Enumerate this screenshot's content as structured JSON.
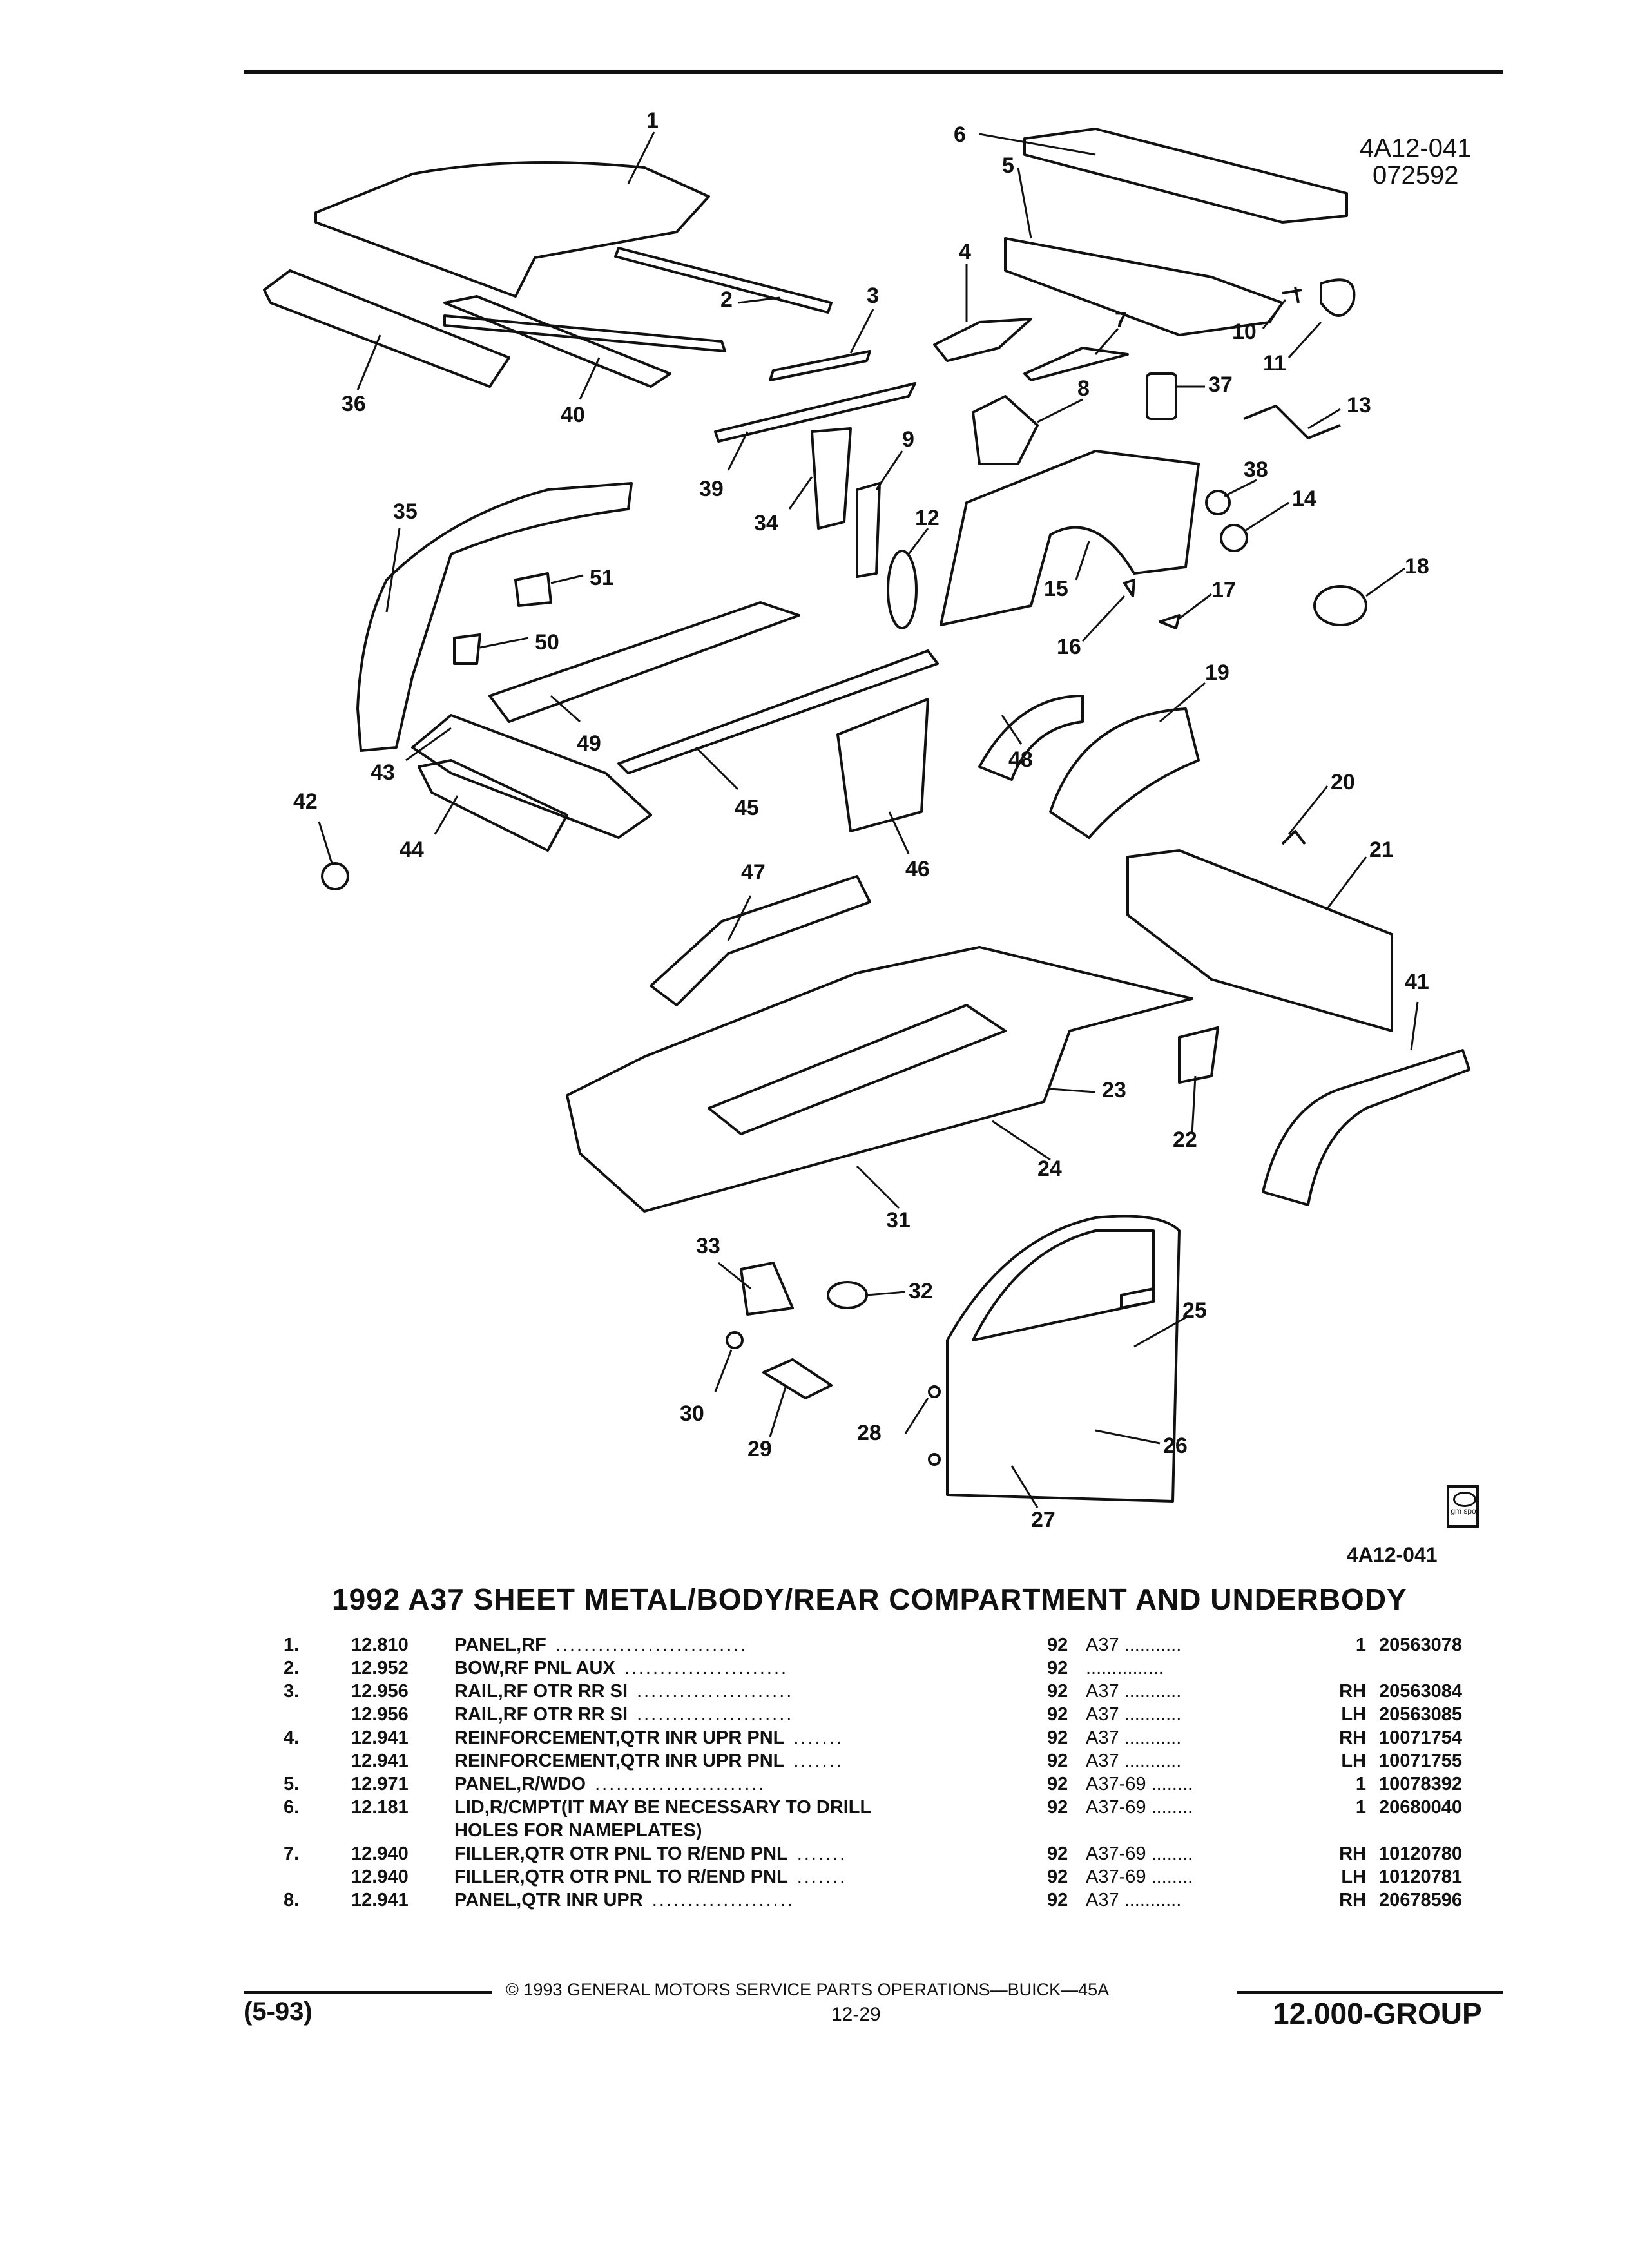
{
  "header": {
    "illustration_code": "4A12-041",
    "illustration_date": "072592",
    "illustration_ref": "4A12-041"
  },
  "callouts": [
    "1",
    "2",
    "3",
    "4",
    "5",
    "6",
    "7",
    "8",
    "9",
    "10",
    "11",
    "12",
    "13",
    "14",
    "15",
    "16",
    "17",
    "18",
    "19",
    "20",
    "21",
    "22",
    "23",
    "24",
    "25",
    "26",
    "27",
    "28",
    "29",
    "30",
    "31",
    "32",
    "33",
    "34",
    "35",
    "36",
    "37",
    "38",
    "39",
    "40",
    "41",
    "42",
    "43",
    "44",
    "45",
    "46",
    "47",
    "48",
    "49",
    "50",
    "51"
  ],
  "title": "1992 A37 SHEET METAL/BODY/REAR COMPARTMENT AND UNDERBODY",
  "parts": [
    {
      "idx": "1.",
      "grp": "12.810",
      "name": "PANEL",
      "desc": ",RF",
      "dots": "...........................",
      "yr": "92",
      "model": "A37 ...........",
      "qty": "1",
      "pn": "20563078"
    },
    {
      "idx": "2.",
      "grp": "12.952",
      "name": "BOW",
      "desc": ",RF PNL AUX",
      "dots": ".......................",
      "yr": "92",
      "model": "...............",
      "qty": "",
      "pn": ""
    },
    {
      "idx": "3.",
      "grp": "12.956",
      "name": "RAIL",
      "desc": ",RF OTR RR SI",
      "dots": "......................",
      "yr": "92",
      "model": "A37 ...........",
      "qty": "RH",
      "pn": "20563084"
    },
    {
      "idx": "",
      "grp": "12.956",
      "name": "RAIL",
      "desc": ",RF OTR RR SI",
      "dots": "......................",
      "yr": "92",
      "model": "A37 ...........",
      "qty": "LH",
      "pn": "20563085"
    },
    {
      "idx": "4.",
      "grp": "12.941",
      "name": "REINFORCEMENT",
      "desc": ",QTR INR UPR PNL",
      "dots": ".......",
      "yr": "92",
      "model": "A37 ...........",
      "qty": "RH",
      "pn": "10071754"
    },
    {
      "idx": "",
      "grp": "12.941",
      "name": "REINFORCEMENT",
      "desc": ",QTR INR UPR PNL",
      "dots": ".......",
      "yr": "92",
      "model": "A37 ...........",
      "qty": "LH",
      "pn": "10071755"
    },
    {
      "idx": "5.",
      "grp": "12.971",
      "name": "PANEL",
      "desc": ",R/WDO",
      "dots": "........................",
      "yr": "92",
      "model": "A37-69 ........",
      "qty": "1",
      "pn": "10078392"
    },
    {
      "idx": "6.",
      "grp": "12.181",
      "name": "LID",
      "desc": ",R/CMPT(IT MAY BE NECESSARY TO DRILL",
      "dots": "",
      "yr": "92",
      "model": "A37-69 ........",
      "qty": "1",
      "pn": "20680040"
    },
    {
      "idx": "",
      "grp": "",
      "name": "",
      "desc": "HOLES FOR NAMEPLATES)",
      "dots": "",
      "yr": "",
      "model": "",
      "qty": "",
      "pn": ""
    },
    {
      "idx": "7.",
      "grp": "12.940",
      "name": "FILLER",
      "desc": ",QTR OTR PNL TO R/END PNL",
      "dots": ".......",
      "yr": "92",
      "model": "A37-69 ........",
      "qty": "RH",
      "pn": "10120780"
    },
    {
      "idx": "",
      "grp": "12.940",
      "name": "FILLER",
      "desc": ",QTR OTR PNL TO R/END PNL",
      "dots": ".......",
      "yr": "92",
      "model": "A37-69 ........",
      "qty": "LH",
      "pn": "10120781"
    },
    {
      "idx": "8.",
      "grp": "12.941",
      "name": "PANEL",
      "desc": ",QTR INR UPR",
      "dots": "....................",
      "yr": "92",
      "model": "A37 ...........",
      "qty": "RH",
      "pn": "20678596"
    }
  ],
  "footer": {
    "copyright": "© 1993 GENERAL MOTORS SERVICE PARTS OPERATIONS—BUICK—45A",
    "revision": "(5-93)",
    "page": "12-29",
    "group": "12.000-GROUP"
  },
  "logo_text": "gm spo"
}
